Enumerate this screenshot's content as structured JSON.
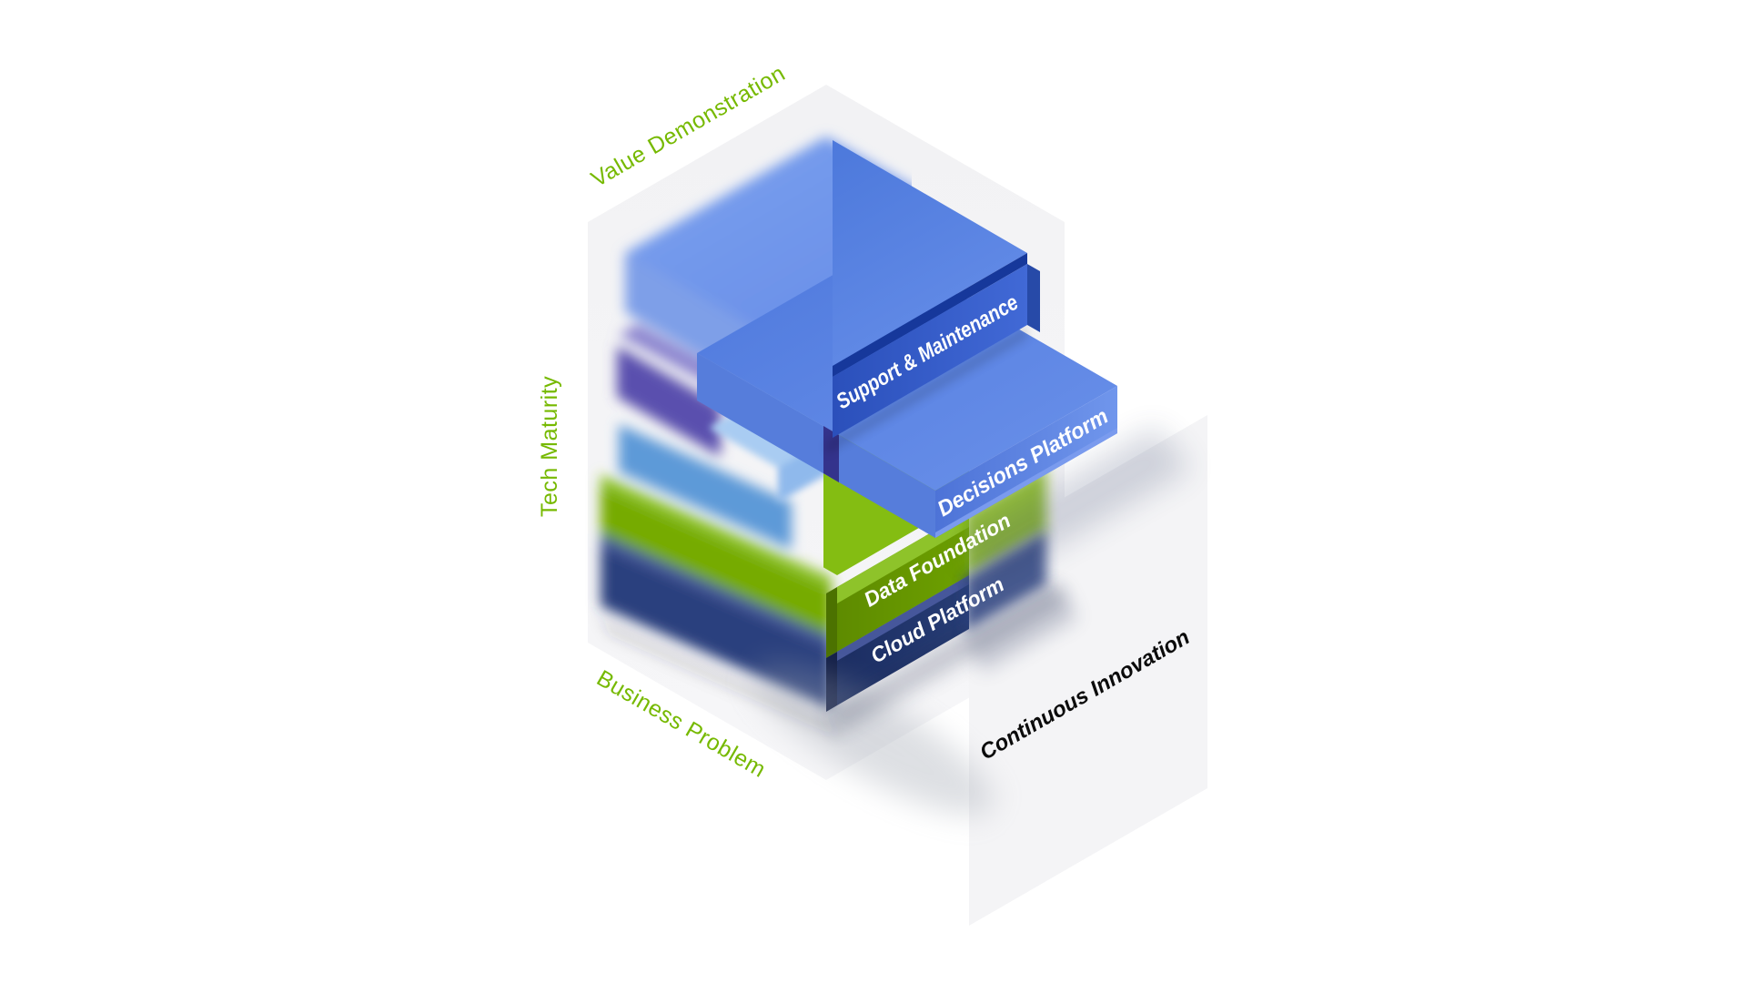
{
  "diagram": {
    "background_color": "#ffffff",
    "glass_color": "#f3f3f5",
    "accent_green": "#76b900",
    "axis": {
      "top": "Value Demonstration",
      "left": "Tech Maturity",
      "bottom": "Business Problem"
    },
    "innovation_panel": {
      "label": "Continuous Innovation",
      "text_color": "#0b0b0b"
    },
    "layers": [
      {
        "id": "support",
        "label": "Support & Maintenance",
        "face_color": "#2e55c1",
        "top_color": "#4f7bdf"
      },
      {
        "id": "decisions",
        "label": "Decisions Platform",
        "face_color": "#5b82e4",
        "top_color": "#567ddb"
      },
      {
        "id": "data",
        "label": "Data Foundation",
        "face_color": "#76ab00",
        "top_color": "#8ec32a"
      },
      {
        "id": "cloud",
        "label": "Cloud Platform",
        "face_color": "#22376e",
        "top_color": "#46579b"
      }
    ]
  }
}
